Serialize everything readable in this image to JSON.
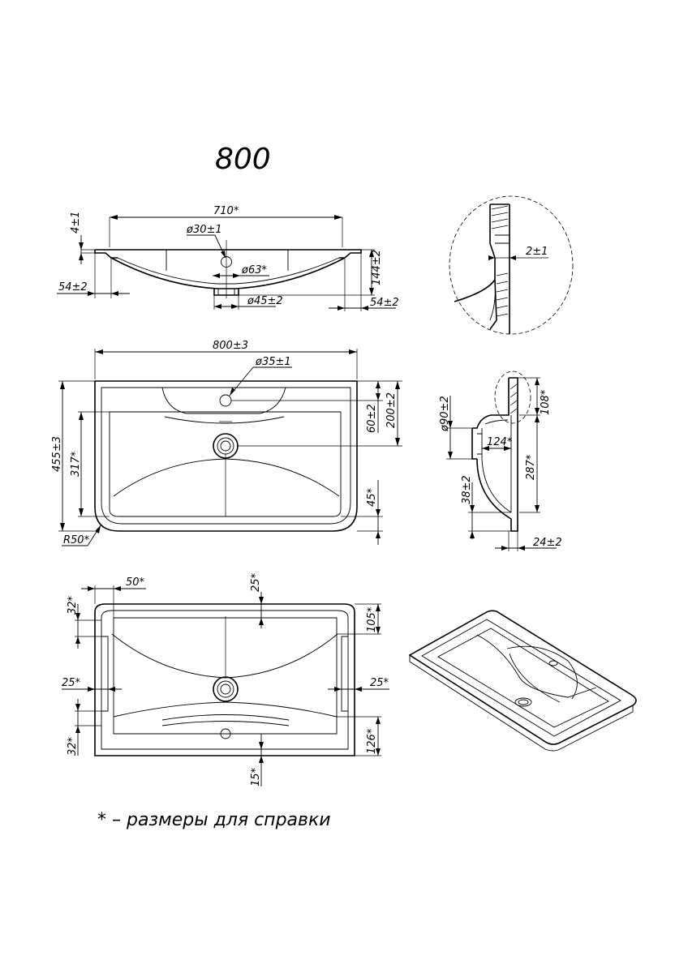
{
  "title": "800",
  "footnote": "* – размеры для справки",
  "dims": {
    "d710": "710*",
    "d4": "4±1",
    "d30": "ø30±1",
    "d63": "ø63*",
    "d144": "144±2",
    "d54a": "54±2",
    "d45": "ø45±2",
    "d54b": "54±2",
    "d2": "2±1",
    "d800": "800±3",
    "d35": "ø35±1",
    "d455": "455±3",
    "d317": "317*",
    "d60": "60±2",
    "d200": "200±2",
    "d45b": "45*",
    "r50": "R50*",
    "d90": "ø90±2",
    "d124": "124*",
    "d108": "108*",
    "d287": "287*",
    "d38": "38±2",
    "d24": "24±2",
    "d50": "50*",
    "d25top": "25*",
    "d32top": "32*",
    "d105": "105*",
    "d25left": "25*",
    "d25right": "25*",
    "d32bot": "32*",
    "d126": "126*",
    "d15": "15*"
  }
}
